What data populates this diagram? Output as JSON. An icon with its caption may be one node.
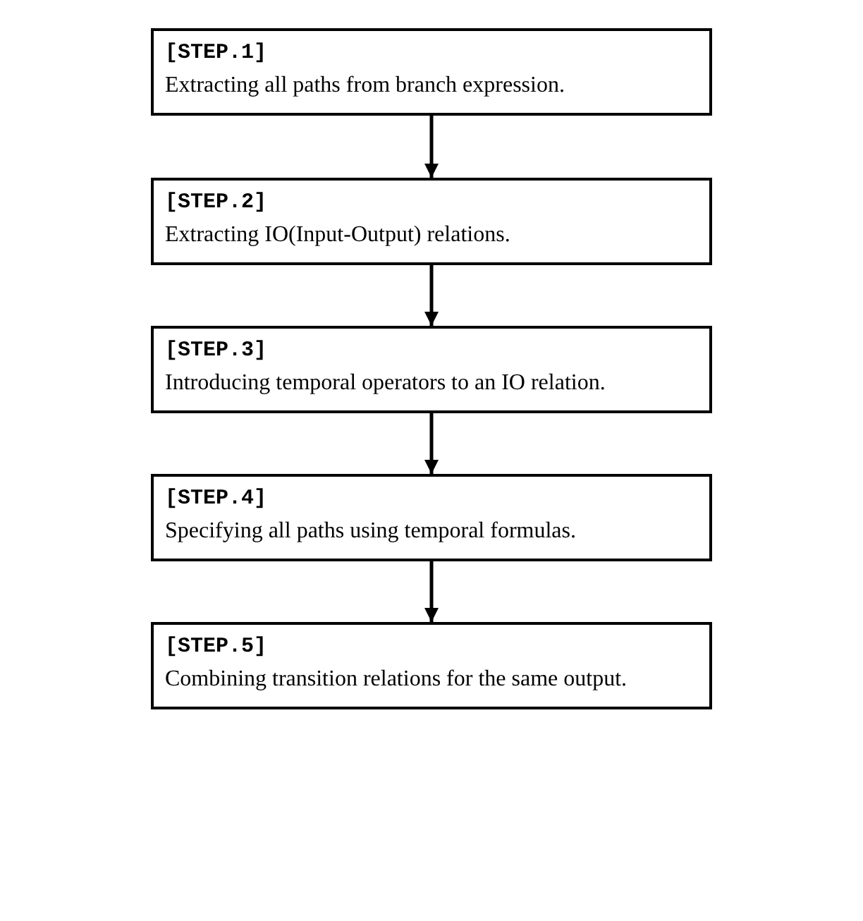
{
  "diagram": {
    "nodes": [
      {
        "text": [
          "[STEP.1]",
          "Extracting all paths from branch expression."
        ]
      },
      {
        "text": [
          "[STEP.2]",
          "Extracting IO(Input-Output) relations."
        ]
      },
      {
        "text": [
          "[STEP.3]",
          "Introducing temporal operators to an IO relation."
        ]
      },
      {
        "text": [
          "[STEP.4]",
          "Specifying all paths using temporal formulas."
        ]
      },
      {
        "text": [
          "[STEP.5]",
          "Combining transition relations for the same output."
        ]
      }
    ],
    "edges": [
      {
        "from": 0,
        "to": 1,
        "arrow": "to"
      },
      {
        "from": 1,
        "to": 2,
        "arrow": "to"
      },
      {
        "from": 2,
        "to": 3,
        "arrow": "to"
      },
      {
        "from": 3,
        "to": 4,
        "arrow": "to"
      }
    ]
  }
}
